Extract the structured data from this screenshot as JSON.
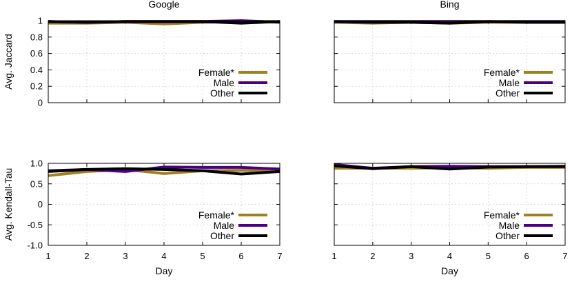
{
  "chart_data": [
    {
      "type": "line",
      "title": "Google",
      "xlabel": "",
      "ylabel": "Avg. Jaccard",
      "x": [
        1,
        2,
        3,
        4,
        5,
        6,
        7
      ],
      "xlim": [
        1,
        7
      ],
      "ylim": [
        0,
        1
      ],
      "xticks": [
        "1",
        "2",
        "3",
        "4",
        "5",
        "6",
        "7"
      ],
      "yticks": [
        "0",
        "0.2",
        "0.4",
        "0.6",
        "0.8",
        "1"
      ],
      "show_x_tick_labels": false,
      "grid": true,
      "legend": "bottom-right",
      "series": [
        {
          "name": "Female*",
          "color": "#a08020",
          "values": [
            0.97,
            0.97,
            0.98,
            0.96,
            0.98,
            0.99,
            0.99
          ]
        },
        {
          "name": "Male",
          "color": "#4b0082",
          "values": [
            0.99,
            0.98,
            0.99,
            0.99,
            0.99,
            1.0,
            0.98
          ]
        },
        {
          "name": "Other",
          "color": "#000000",
          "values": [
            0.99,
            0.98,
            0.99,
            0.99,
            0.99,
            0.97,
            0.99
          ]
        }
      ]
    },
    {
      "type": "line",
      "title": "Bing",
      "xlabel": "",
      "ylabel": "",
      "x": [
        1,
        2,
        3,
        4,
        5,
        6,
        7
      ],
      "xlim": [
        1,
        7
      ],
      "ylim": [
        0,
        1
      ],
      "xticks": [
        "1",
        "2",
        "3",
        "4",
        "5",
        "6",
        "7"
      ],
      "yticks": [],
      "show_x_tick_labels": false,
      "grid": true,
      "legend": "bottom-right",
      "series": [
        {
          "name": "Female*",
          "color": "#a08020",
          "values": [
            0.98,
            0.97,
            0.98,
            0.97,
            0.98,
            0.98,
            0.98
          ]
        },
        {
          "name": "Male",
          "color": "#4b0082",
          "values": [
            0.99,
            0.99,
            0.99,
            0.99,
            0.99,
            0.99,
            0.99
          ]
        },
        {
          "name": "Other",
          "color": "#000000",
          "values": [
            0.99,
            0.98,
            0.98,
            0.97,
            0.99,
            0.98,
            0.98
          ]
        }
      ]
    },
    {
      "type": "line",
      "title": "",
      "xlabel": "Day",
      "ylabel": "Avg. Kendall-Tau",
      "x": [
        1,
        2,
        3,
        4,
        5,
        6,
        7
      ],
      "xlim": [
        1,
        7
      ],
      "ylim": [
        -1,
        1
      ],
      "xticks": [
        "1",
        "2",
        "3",
        "4",
        "5",
        "6",
        "7"
      ],
      "yticks": [
        "-1.0",
        "-0.5",
        "0",
        "0.5",
        "1.0"
      ],
      "show_x_tick_labels": true,
      "grid": true,
      "legend": "bottom-right",
      "series": [
        {
          "name": "Female*",
          "color": "#a08020",
          "values": [
            0.7,
            0.8,
            0.85,
            0.75,
            0.82,
            0.83,
            0.82
          ]
        },
        {
          "name": "Male",
          "color": "#4b0082",
          "values": [
            0.82,
            0.85,
            0.8,
            0.91,
            0.9,
            0.9,
            0.86
          ]
        },
        {
          "name": "Other",
          "color": "#000000",
          "values": [
            0.8,
            0.85,
            0.87,
            0.85,
            0.82,
            0.74,
            0.8
          ]
        }
      ]
    },
    {
      "type": "line",
      "title": "",
      "xlabel": "Day",
      "ylabel": "",
      "x": [
        1,
        2,
        3,
        4,
        5,
        6,
        7
      ],
      "xlim": [
        1,
        7
      ],
      "ylim": [
        -1,
        1
      ],
      "xticks": [
        "1",
        "2",
        "3",
        "4",
        "5",
        "6",
        "7"
      ],
      "yticks": [],
      "show_x_tick_labels": true,
      "grid": true,
      "legend": "bottom-right",
      "series": [
        {
          "name": "Female*",
          "color": "#a08020",
          "values": [
            0.88,
            0.88,
            0.88,
            0.89,
            0.88,
            0.9,
            0.9
          ]
        },
        {
          "name": "Male",
          "color": "#4b0082",
          "values": [
            0.97,
            0.88,
            0.92,
            0.93,
            0.92,
            0.92,
            0.93
          ]
        },
        {
          "name": "Other",
          "color": "#000000",
          "values": [
            0.94,
            0.87,
            0.92,
            0.86,
            0.91,
            0.92,
            0.92
          ]
        }
      ]
    }
  ]
}
